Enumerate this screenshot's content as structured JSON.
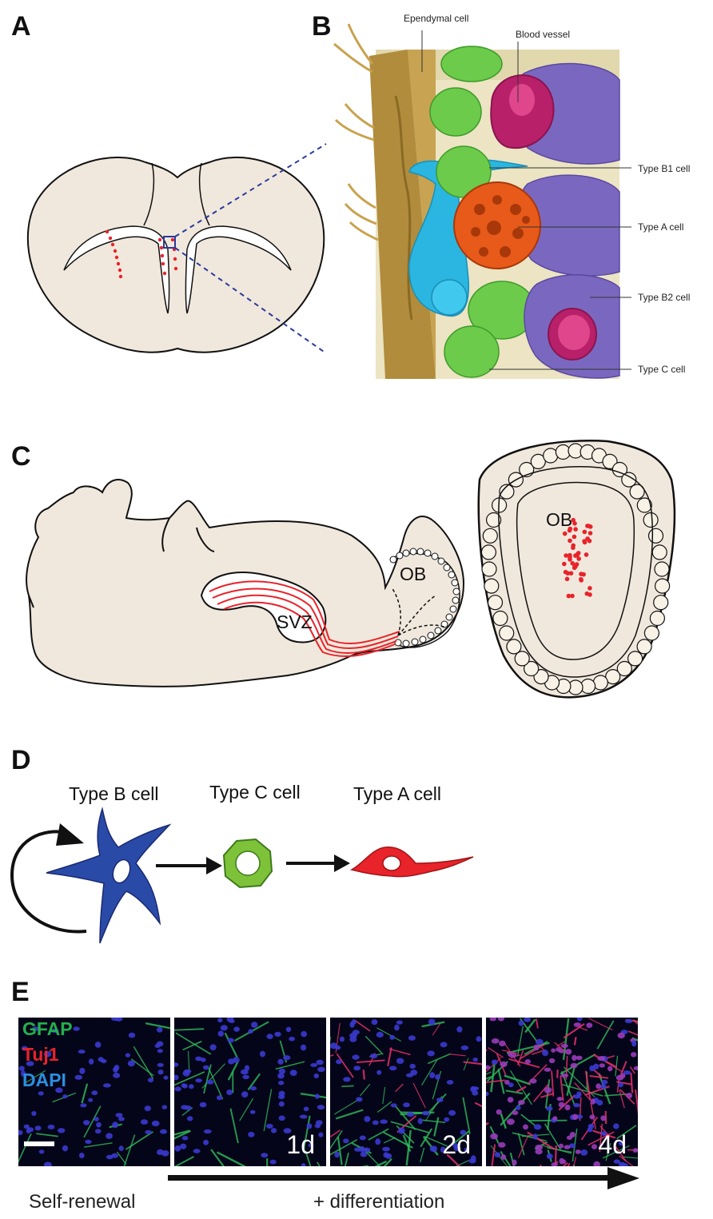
{
  "panels": [
    "A",
    "B",
    "C",
    "D",
    "E"
  ],
  "panel_b": {
    "labels": {
      "ependymal": "Ependymal cell",
      "blood_vessel": "Blood vessel",
      "type_b1": "Type B1 cell",
      "type_a": "Type A cell",
      "type_b2": "Type B2 cell",
      "type_c": "Type C cell"
    }
  },
  "panel_c": {
    "svz": "SVZ",
    "ob": "OB",
    "ob_detail": "OB"
  },
  "panel_d": {
    "type_b": "Type B cell",
    "type_c": "Type C cell",
    "type_a": "Type A cell"
  },
  "panel_e": {
    "legend": [
      {
        "text": "GFAP",
        "color": "#22b14c"
      },
      {
        "text": "Tuj1",
        "color": "#e8232a"
      },
      {
        "text": "DAPI",
        "color": "#2a8fe0"
      }
    ],
    "days": [
      "1d",
      "2d",
      "4d"
    ],
    "self_renewal": "Self-renewal",
    "differentiation": "+ differentiation"
  }
}
